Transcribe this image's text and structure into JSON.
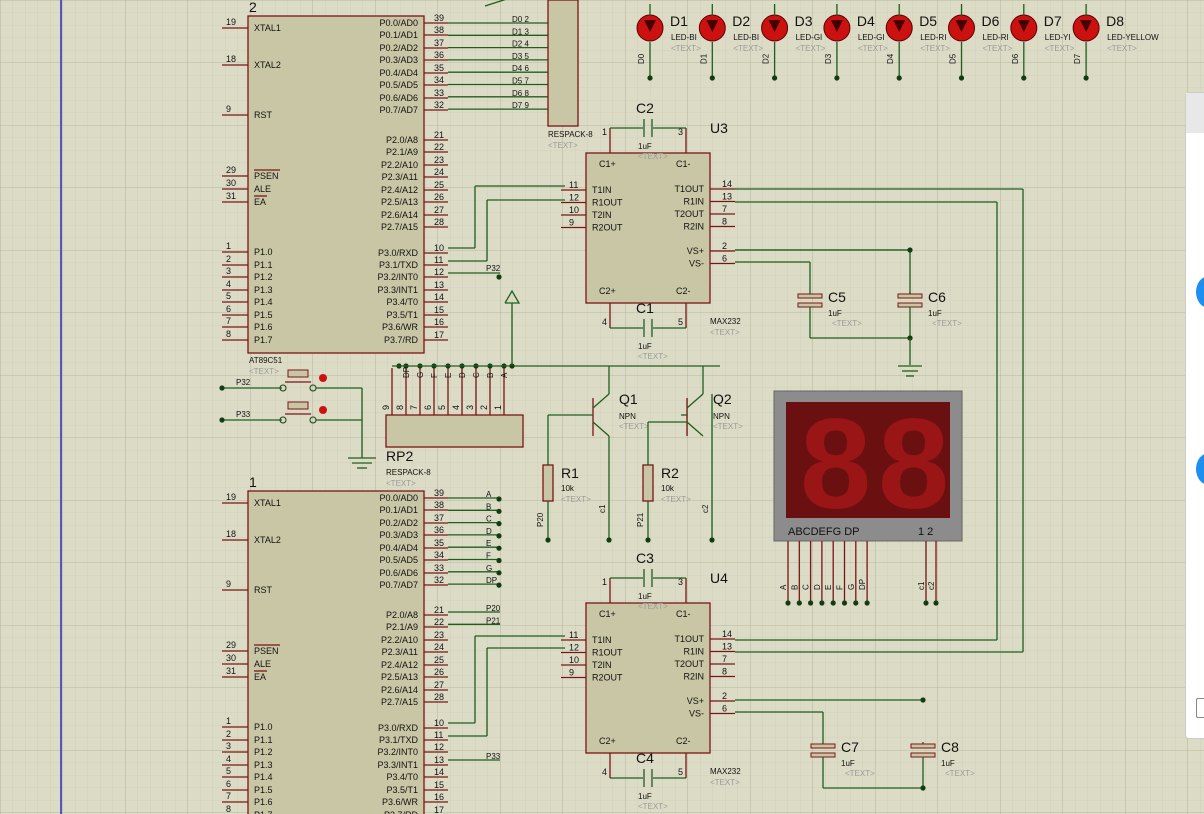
{
  "colors": {
    "background": "#dcdcc6",
    "grid": "#c4c4b0",
    "wire": "#1f5e1f",
    "component_outline": "#7a1515",
    "component_fill": "#c9c6a5",
    "led_red": "#cc1111",
    "display_bg": "#6b1010",
    "display_segment": "#9a1515"
  },
  "mcu_top": {
    "ref": "2",
    "part": "AT89C51",
    "text": "<TEXT>",
    "left_pins": [
      {
        "no": "19",
        "label": "XTAL1"
      },
      {
        "no": "18",
        "label": "XTAL2"
      },
      {
        "no": "9",
        "label": "RST"
      },
      {
        "no": "29",
        "label": "PSEN"
      },
      {
        "no": "30",
        "label": "ALE"
      },
      {
        "no": "31",
        "label": "EA"
      },
      {
        "no": "1",
        "label": "P1.0"
      },
      {
        "no": "2",
        "label": "P1.1"
      },
      {
        "no": "3",
        "label": "P1.2"
      },
      {
        "no": "4",
        "label": "P1.3"
      },
      {
        "no": "5",
        "label": "P1.4"
      },
      {
        "no": "6",
        "label": "P1.5"
      },
      {
        "no": "7",
        "label": "P1.6"
      },
      {
        "no": "8",
        "label": "P1.7"
      }
    ],
    "right_pins": [
      {
        "no": "39",
        "label": "P0.0/AD0"
      },
      {
        "no": "38",
        "label": "P0.1/AD1"
      },
      {
        "no": "37",
        "label": "P0.2/AD2"
      },
      {
        "no": "36",
        "label": "P0.3/AD3"
      },
      {
        "no": "35",
        "label": "P0.4/AD4"
      },
      {
        "no": "34",
        "label": "P0.5/AD5"
      },
      {
        "no": "33",
        "label": "P0.6/AD6"
      },
      {
        "no": "32",
        "label": "P0.7/AD7"
      },
      {
        "no": "21",
        "label": "P2.0/A8"
      },
      {
        "no": "22",
        "label": "P2.1/A9"
      },
      {
        "no": "23",
        "label": "P2.2/A10"
      },
      {
        "no": "24",
        "label": "P2.3/A11"
      },
      {
        "no": "25",
        "label": "P2.4/A12"
      },
      {
        "no": "26",
        "label": "P2.5/A13"
      },
      {
        "no": "27",
        "label": "P2.6/A14"
      },
      {
        "no": "28",
        "label": "P2.7/A15"
      },
      {
        "no": "10",
        "label": "P3.0/RXD"
      },
      {
        "no": "11",
        "label": "P3.1/TXD"
      },
      {
        "no": "12",
        "label": "P3.2/INT0"
      },
      {
        "no": "13",
        "label": "P3.3/INT1"
      },
      {
        "no": "14",
        "label": "P3.4/T0"
      },
      {
        "no": "15",
        "label": "P3.5/T1"
      },
      {
        "no": "16",
        "label": "P3.6/WR"
      },
      {
        "no": "17",
        "label": "P3.7/RD"
      }
    ],
    "net_labels_p0": [
      "D0 2",
      "D1 3",
      "D2 4",
      "D3 5",
      "D4 6",
      "D5 7",
      "D6 8",
      "D7 9"
    ],
    "p32_label": "P32"
  },
  "mcu_bottom": {
    "ref": "1",
    "net_labels_p0": [
      "A",
      "B",
      "C",
      "D",
      "E",
      "F",
      "G",
      "DP"
    ],
    "net_labels_p2": [
      "P20",
      "P21"
    ],
    "p33_label": "P33"
  },
  "respack_top": {
    "ref": "RESPACK-8",
    "text": "<TEXT>"
  },
  "respack_rp2": {
    "ref": "RP2",
    "part": "RESPACK-8",
    "text": "<TEXT>",
    "pin_nums": [
      "9",
      "8",
      "7",
      "6",
      "5",
      "4",
      "3",
      "2",
      "1"
    ],
    "net_labels": [
      "DP",
      "G",
      "F",
      "E",
      "D",
      "C",
      "B",
      "A"
    ]
  },
  "leds": [
    {
      "ref": "D1",
      "part": "LED-BI",
      "net": "D0"
    },
    {
      "ref": "D2",
      "part": "LED-BI",
      "net": "D1"
    },
    {
      "ref": "D3",
      "part": "LED-GI",
      "net": "D2"
    },
    {
      "ref": "D4",
      "part": "LED-GI",
      "net": "D3"
    },
    {
      "ref": "D5",
      "part": "LED-RI",
      "net": "D4"
    },
    {
      "ref": "D6",
      "part": "LED-RI",
      "net": "D5"
    },
    {
      "ref": "D7",
      "part": "LED-YI",
      "net": "D6"
    },
    {
      "ref": "D8",
      "part": "LED-YELLOW",
      "net": "D7"
    }
  ],
  "max_u3": {
    "ref": "U3",
    "part": "MAX232",
    "text": "<TEXT>",
    "left": [
      {
        "no": "11",
        "label": "T1IN"
      },
      {
        "no": "12",
        "label": "R1OUT"
      },
      {
        "no": "10",
        "label": "T2IN"
      },
      {
        "no": "9",
        "label": "R2OUT"
      }
    ],
    "right": [
      {
        "no": "14",
        "label": "T1OUT"
      },
      {
        "no": "13",
        "label": "R1IN"
      },
      {
        "no": "7",
        "label": "T2OUT"
      },
      {
        "no": "8",
        "label": "R2IN"
      },
      {
        "no": "2",
        "label": "VS+"
      },
      {
        "no": "6",
        "label": "VS-"
      }
    ],
    "top": [
      "C1+",
      "C1-"
    ],
    "bottom": [
      "C2+",
      "C2-"
    ],
    "top_pins": [
      "1",
      "3"
    ],
    "bottom_pins": [
      "4",
      "5"
    ]
  },
  "max_u4": {
    "ref": "U4",
    "part": "MAX232",
    "text": "<TEXT>"
  },
  "caps": [
    {
      "ref": "C1",
      "value": "1uF"
    },
    {
      "ref": "C2",
      "value": "1uF"
    },
    {
      "ref": "C3",
      "value": "1uF"
    },
    {
      "ref": "C4",
      "value": "1uF"
    },
    {
      "ref": "C5",
      "value": "1uF"
    },
    {
      "ref": "C6",
      "value": "1uF"
    },
    {
      "ref": "C7",
      "value": "1uF"
    },
    {
      "ref": "C8",
      "value": "1uF"
    }
  ],
  "transistors": [
    {
      "ref": "Q1",
      "type": "NPN"
    },
    {
      "ref": "Q2",
      "type": "NPN"
    }
  ],
  "resistors": [
    {
      "ref": "R1",
      "value": "10k",
      "net": "P20",
      "net2": "c1"
    },
    {
      "ref": "R2",
      "value": "10k",
      "net": "P21",
      "net2": "c2"
    }
  ],
  "display": {
    "label": "ABCDEFG  DP",
    "digits_label": "1  2",
    "digit_glyph": "8",
    "pin_labels": [
      "A",
      "B",
      "C",
      "D",
      "E",
      "F",
      "G",
      "DP"
    ],
    "common_labels": [
      "c1",
      "c2"
    ]
  },
  "text_placeholder": "<TEXT>"
}
